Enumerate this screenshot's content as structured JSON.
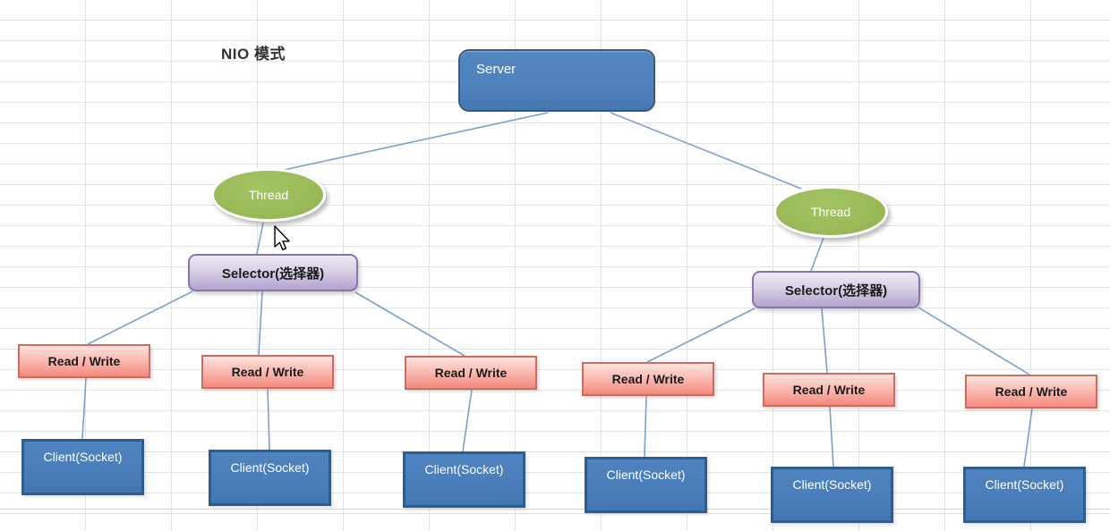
{
  "title": "NIO 模式",
  "diagram": {
    "server": {
      "label": "Server"
    },
    "threads": [
      {
        "label": "Thread"
      },
      {
        "label": "Thread"
      }
    ],
    "selectors": [
      {
        "label": "Selector(选择器)"
      },
      {
        "label": "Selector(选择器)"
      }
    ],
    "read_writes": [
      {
        "label": "Read / Write"
      },
      {
        "label": "Read / Write"
      },
      {
        "label": "Read / Write"
      },
      {
        "label": "Read / Write"
      },
      {
        "label": "Read / Write"
      },
      {
        "label": "Read / Write"
      }
    ],
    "clients": [
      {
        "label": "Client(Socket)"
      },
      {
        "label": "Client(Socket)"
      },
      {
        "label": "Client(Socket)"
      },
      {
        "label": "Client(Socket)"
      },
      {
        "label": "Client(Socket)"
      },
      {
        "label": "Client(Socket)"
      }
    ],
    "edges": [
      {
        "from": "server",
        "to": "thread-0"
      },
      {
        "from": "server",
        "to": "thread-1"
      },
      {
        "from": "thread-0",
        "to": "selector-0"
      },
      {
        "from": "thread-1",
        "to": "selector-1"
      },
      {
        "from": "selector-0",
        "to": "read-write-0"
      },
      {
        "from": "selector-0",
        "to": "read-write-1"
      },
      {
        "from": "selector-0",
        "to": "read-write-2"
      },
      {
        "from": "selector-1",
        "to": "read-write-3"
      },
      {
        "from": "selector-1",
        "to": "read-write-4"
      },
      {
        "from": "selector-1",
        "to": "read-write-5"
      },
      {
        "from": "read-write-0",
        "to": "client-0"
      },
      {
        "from": "read-write-1",
        "to": "client-1"
      },
      {
        "from": "read-write-2",
        "to": "client-2"
      },
      {
        "from": "read-write-3",
        "to": "client-3"
      },
      {
        "from": "read-write-4",
        "to": "client-4"
      },
      {
        "from": "read-write-5",
        "to": "client-5"
      }
    ]
  },
  "colors": {
    "server_fill": "#4f81bd",
    "server_border": "#36597f",
    "thread_fill": "#9bbb59",
    "selector_fill_top": "#efebf6",
    "selector_fill_bottom": "#b3a3ce",
    "selector_border": "#8975ad",
    "read_write_fill_top": "#fde3de",
    "read_write_fill_bottom": "#f4897d",
    "read_write_border": "#d16a60",
    "client_fill": "#4a7ebb",
    "client_border": "#2e5c8f",
    "connector": "#7ba0cb",
    "gridline": "#e3e3e3"
  }
}
